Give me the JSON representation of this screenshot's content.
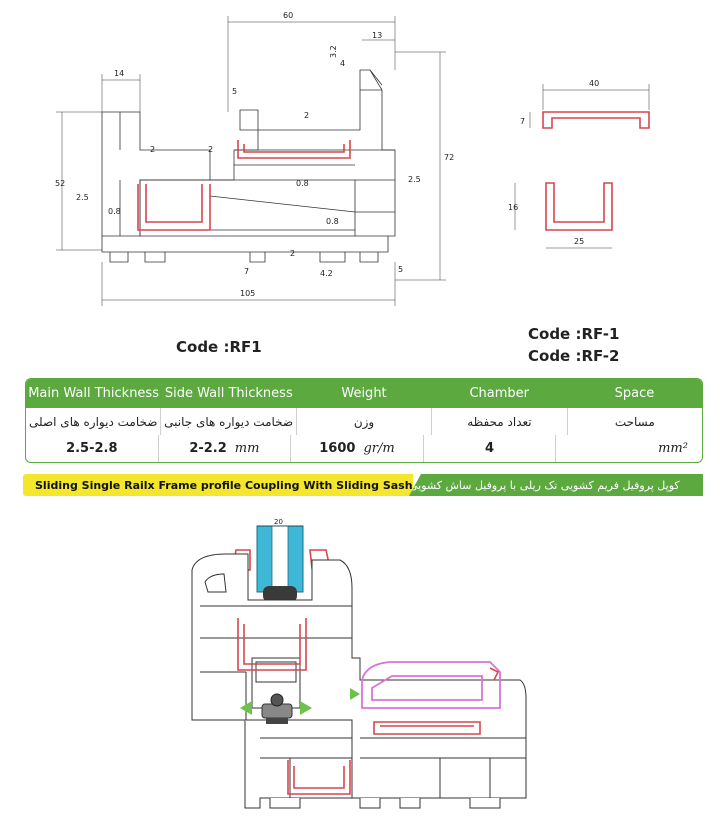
{
  "drawing_rf1": {
    "code": "Code :RF1",
    "dims": {
      "d60": "60",
      "d13": "13",
      "d3_2": "3.2",
      "d4": "4",
      "d14": "14",
      "d5a": "5",
      "d2a": "2",
      "d2b": "2",
      "d2c": "2",
      "d0_8a": "0.8",
      "d52": "52",
      "d2_5a": "2.5",
      "d0_8b": "0.8",
      "d72": "72",
      "d2_5b": "2.5",
      "d0_8c": "0.8",
      "d2d": "2",
      "d7": "7",
      "d4_2": "4.2",
      "d5b": "5",
      "d105": "105"
    }
  },
  "drawing_rf": {
    "code1": "Code :RF-1",
    "code2": "Code :RF-2",
    "dims": {
      "d40": "40",
      "d7": "7",
      "d16": "16",
      "d25": "25"
    }
  },
  "spec_table": {
    "headers": [
      "Main Wall Thickness",
      "Side Wall Thickness",
      "Weight",
      "Chamber",
      "Space"
    ],
    "labels_fa": [
      "ضخامت دیواره های اصلی",
      "ضخامت دیواره های جانبی",
      "وزن",
      "تعداد محفظه",
      "مساحت"
    ],
    "values": [
      "2.5-2.8",
      "2-2.2",
      "1600",
      "4",
      ""
    ],
    "units": [
      "",
      "mm",
      "gr/m",
      "",
      "mm²"
    ]
  },
  "banner": {
    "title_en": "Sliding Single Railx Frame profile Coupling With Sliding Sash Profile",
    "title_fa": "کوپل پروفیل فریم کشویی تک ریلی با پروفیل ساش کشویی"
  },
  "assembly": {
    "glass_dim": "20"
  },
  "colors": {
    "green": "#5caa3f",
    "yellow": "#f4e62c",
    "red_insert": "#d6474f",
    "glass": "#3fb7d6",
    "pink": "#d774d8"
  }
}
